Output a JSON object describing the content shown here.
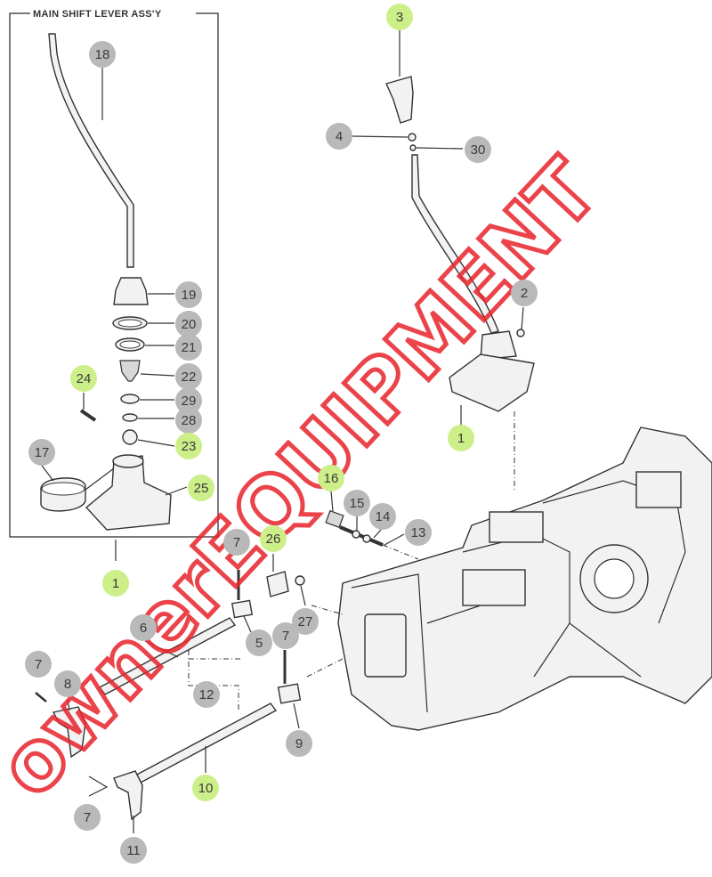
{
  "diagram": {
    "inset_title": "MAIN SHIFT LEVER ASS'Y",
    "callout_colors": {
      "grey": "#b9b9b9",
      "green": "#cdef8a",
      "text": "#3a3a3a"
    },
    "callouts": [
      {
        "label": "18",
        "color": "grey"
      },
      {
        "label": "19",
        "color": "grey"
      },
      {
        "label": "20",
        "color": "grey"
      },
      {
        "label": "21",
        "color": "grey"
      },
      {
        "label": "22",
        "color": "grey"
      },
      {
        "label": "29",
        "color": "grey"
      },
      {
        "label": "28",
        "color": "grey"
      },
      {
        "label": "23",
        "color": "green"
      },
      {
        "label": "24",
        "color": "green"
      },
      {
        "label": "17",
        "color": "grey"
      },
      {
        "label": "25",
        "color": "green"
      },
      {
        "label": "1",
        "color": "green"
      },
      {
        "label": "3",
        "color": "green"
      },
      {
        "label": "4",
        "color": "grey"
      },
      {
        "label": "30",
        "color": "grey"
      },
      {
        "label": "2",
        "color": "grey"
      },
      {
        "label": "1",
        "color": "green"
      },
      {
        "label": "16",
        "color": "green"
      },
      {
        "label": "15",
        "color": "grey"
      },
      {
        "label": "14",
        "color": "grey"
      },
      {
        "label": "13",
        "color": "grey"
      },
      {
        "label": "7",
        "color": "grey"
      },
      {
        "label": "26",
        "color": "green"
      },
      {
        "label": "27",
        "color": "grey"
      },
      {
        "label": "5",
        "color": "grey"
      },
      {
        "label": "7",
        "color": "grey"
      },
      {
        "label": "6",
        "color": "grey"
      },
      {
        "label": "12",
        "color": "grey"
      },
      {
        "label": "7",
        "color": "grey"
      },
      {
        "label": "8",
        "color": "grey"
      },
      {
        "label": "9",
        "color": "grey"
      },
      {
        "label": "10",
        "color": "green"
      },
      {
        "label": "7",
        "color": "grey"
      },
      {
        "label": "11",
        "color": "grey"
      }
    ],
    "watermark": {
      "text": "ownerEQUIPMENT",
      "color": "#e8232b"
    }
  }
}
